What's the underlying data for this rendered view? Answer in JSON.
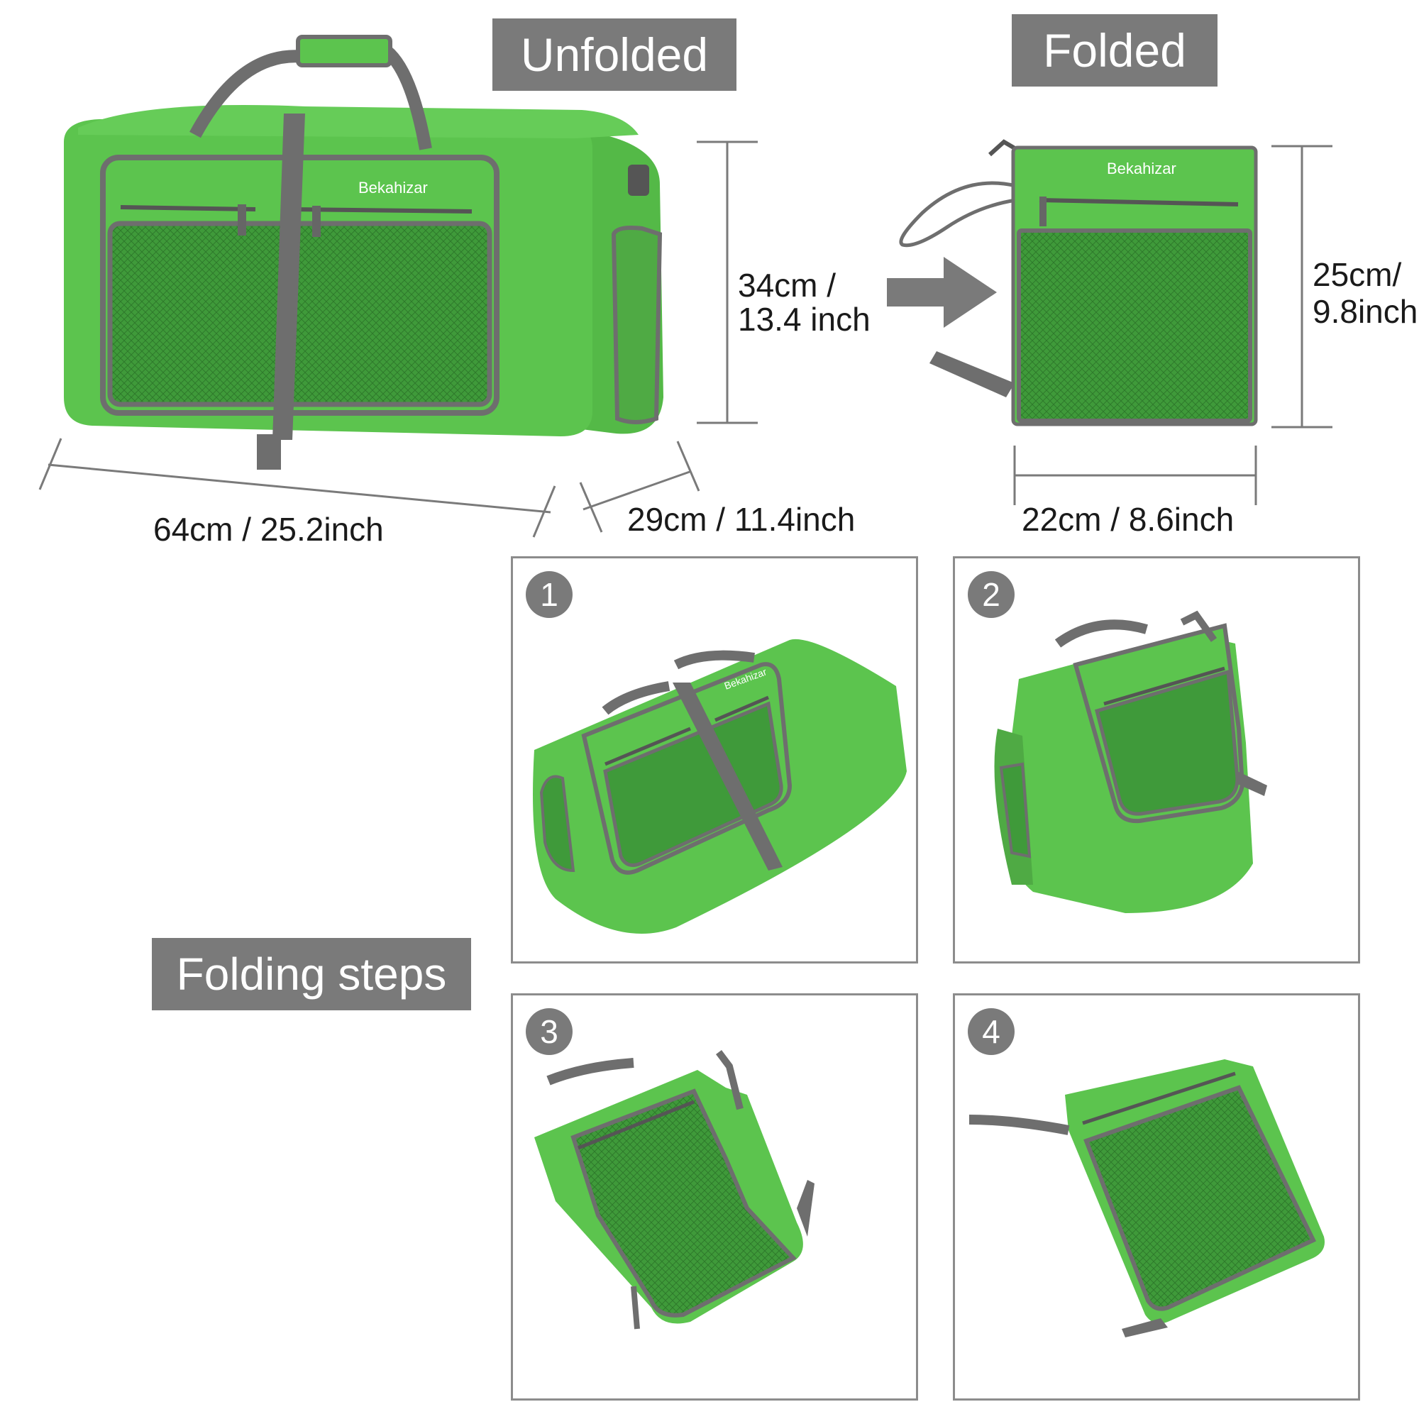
{
  "labels": {
    "unfolded": "Unfolded",
    "folded": "Folded",
    "folding_steps": "Folding steps"
  },
  "dimensions": {
    "height_unfolded_line1": "34cm /",
    "height_unfolded_line2": "13.4 inch",
    "length_unfolded": "64cm / 25.2inch",
    "depth_unfolded": "29cm / 11.4inch",
    "height_folded_line1": "25cm/",
    "height_folded_line2": "9.8inch",
    "width_folded": "22cm / 8.6inch"
  },
  "brand": "Bekahizar",
  "steps": [
    "1",
    "2",
    "3",
    "4"
  ],
  "colors": {
    "bag_green": "#5cc44e",
    "mesh_green": "#3f9a3a",
    "trim_gray": "#6e6e6e",
    "label_gray": "#7a7a7a"
  }
}
